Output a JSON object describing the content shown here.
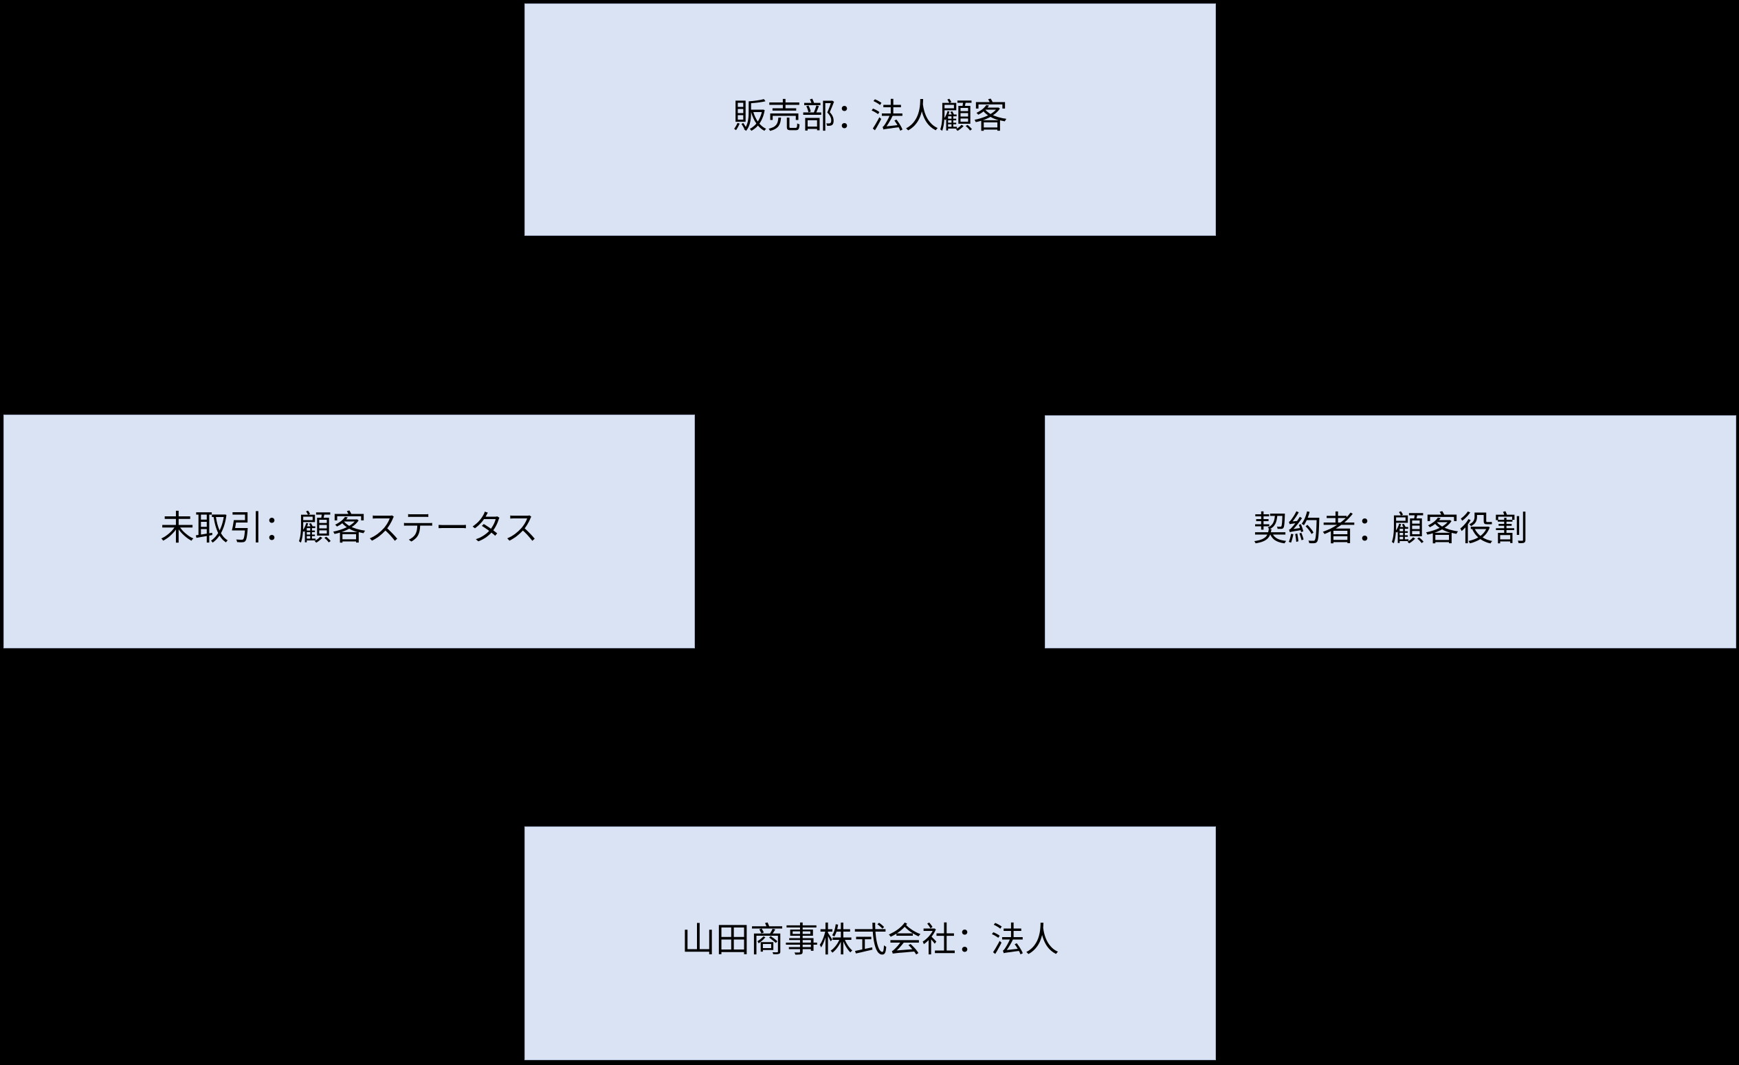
{
  "diagram": {
    "background_color": "#000000",
    "node_fill_color": "#dae3f3",
    "node_border_color": "#a9b6cf",
    "node_text_color": "#000000",
    "nodes": [
      {
        "id": "top",
        "label": "販売部：法人顧客",
        "entity": "販売部",
        "type": "法人顧客",
        "position": "top-center"
      },
      {
        "id": "left",
        "label": "未取引：顧客ステータス",
        "entity": "未取引",
        "type": "顧客ステータス",
        "position": "middle-left"
      },
      {
        "id": "right",
        "label": "契約者：顧客役割",
        "entity": "契約者",
        "type": "顧客役割",
        "position": "middle-right"
      },
      {
        "id": "bottom",
        "label": "山田商事株式会社：法人",
        "entity": "山田商事株式会社",
        "type": "法人",
        "position": "bottom-center"
      }
    ]
  }
}
